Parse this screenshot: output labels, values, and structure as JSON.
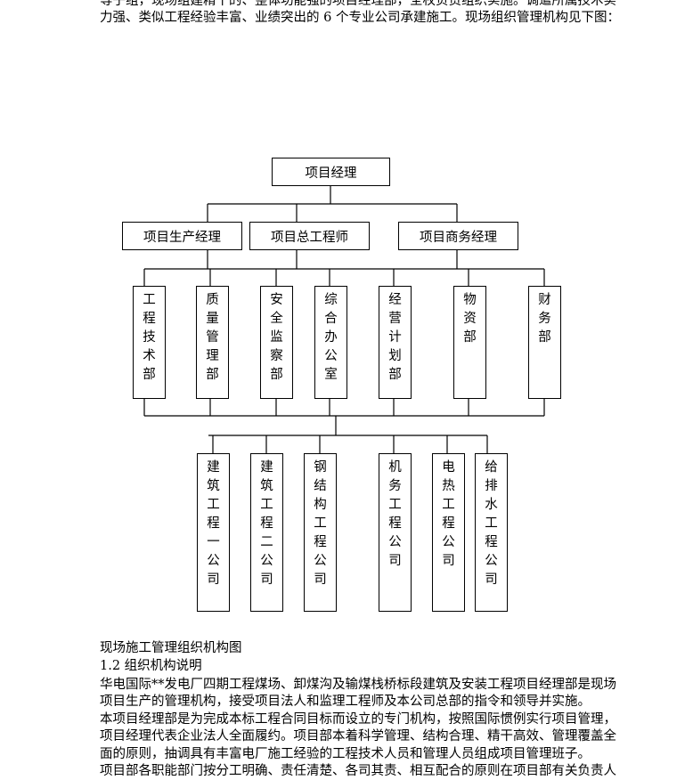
{
  "intro_lines": [
    "等子组，现场组建精干的、整体功能强的项目经理部，全权负责组织实施。调遣所属技术实",
    "力强、类似工程经验丰富、业绩突出的 6 个专业公司承建施工。现场组织管理机构见下图："
  ],
  "org_chart": {
    "top": "项目经理",
    "level2": [
      "项目生产经理",
      "项目总工程师",
      "项目商务经理"
    ],
    "departments": [
      "工程技术部",
      "质量管理部",
      "安全监察部",
      "综合办公室",
      "经营计划部",
      "物资部",
      "财务部"
    ],
    "companies": [
      "建筑工程一公司",
      "建筑工程二公司",
      "钢结构工程公司",
      "机务工程公司",
      "电热工程公司",
      "给排水工程公司"
    ]
  },
  "caption": "现场施工管理组织机构图",
  "section_heading": "1.2  组织机构说明",
  "body_lines": [
    "华电国际**发电厂四期工程煤场、卸煤沟及输煤栈桥标段建筑及安装工程项目经理部是现场",
    "项目生产的管理机构，接受项目法人和监理工程师及本公司总部的指令和领导并实施。",
    "本项目经理部是为完成本标工程合同目标而设立的专门机构，按照国际惯例实行项目管理，",
    "项目经理代表企业法人全面履约。项目部本着科学管理、结构合理、精干高效、管理覆盖全",
    "面的原则，抽调具有丰富电厂施工经验的工程技术人员和管理人员组成项目管理班子。",
    "项目部各职能部门按分工明确、责任清楚、各司其责、相互配合的原则在项目部有关负责人"
  ]
}
